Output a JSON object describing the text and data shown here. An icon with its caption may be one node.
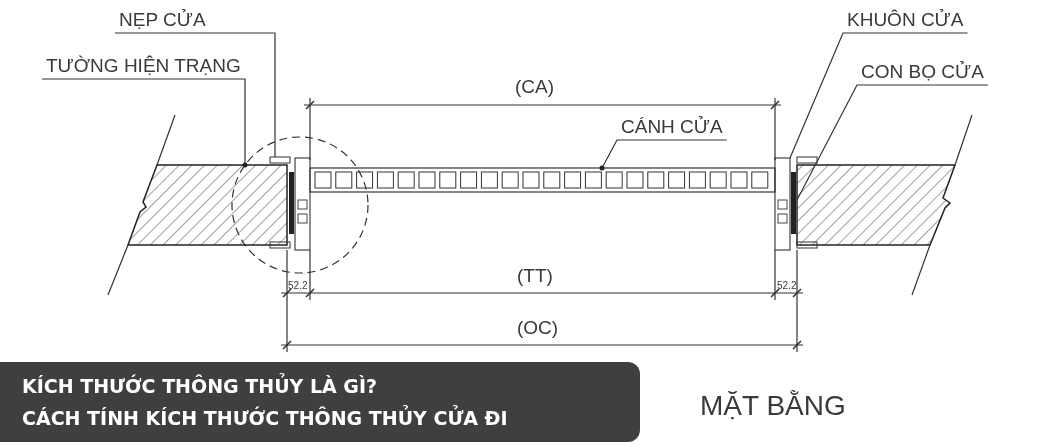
{
  "diagram": {
    "title": "KÍCH THƯỚC THÔNG THỦY LÀ GÌ? CÁCH TÍNH KÍCH THƯỚC THÔNG THỦY CỬA ĐI",
    "nodes": [
      {
        "text": [
          "NẸP CỬA"
        ]
      },
      {
        "text": [
          "TƯỜNG HIỆN TRẠNG"
        ]
      },
      {
        "text": [
          "KHUÔN CỬA"
        ]
      },
      {
        "text": [
          "CON BỌ CỬA"
        ]
      },
      {
        "text": [
          "CÁNH CỬA"
        ]
      },
      {
        "text": [],
        "shape": "box"
      },
      {
        "text": [],
        "shape": "bar"
      },
      {
        "text": [],
        "shape": "bar"
      },
      {
        "text": [],
        "shape": "bar"
      },
      {
        "text": [],
        "shape": "bar"
      },
      {
        "text": [],
        "shape": "box"
      }
    ],
    "edges": [
      {
        "from": 0,
        "to": 6,
        "arrow": "none"
      },
      {
        "from": 1,
        "to": 5,
        "arrow": "other"
      },
      {
        "from": 2,
        "to": 7,
        "arrow": "none"
      },
      {
        "from": 3,
        "to": 8,
        "arrow": "none"
      },
      {
        "from": 4,
        "to": 9,
        "arrow": "other"
      }
    ],
    "labels": [
      "(CA)",
      "52.2",
      "(TT)",
      "52.2",
      "(OC)",
      "MẶT BẰNG"
    ]
  }
}
